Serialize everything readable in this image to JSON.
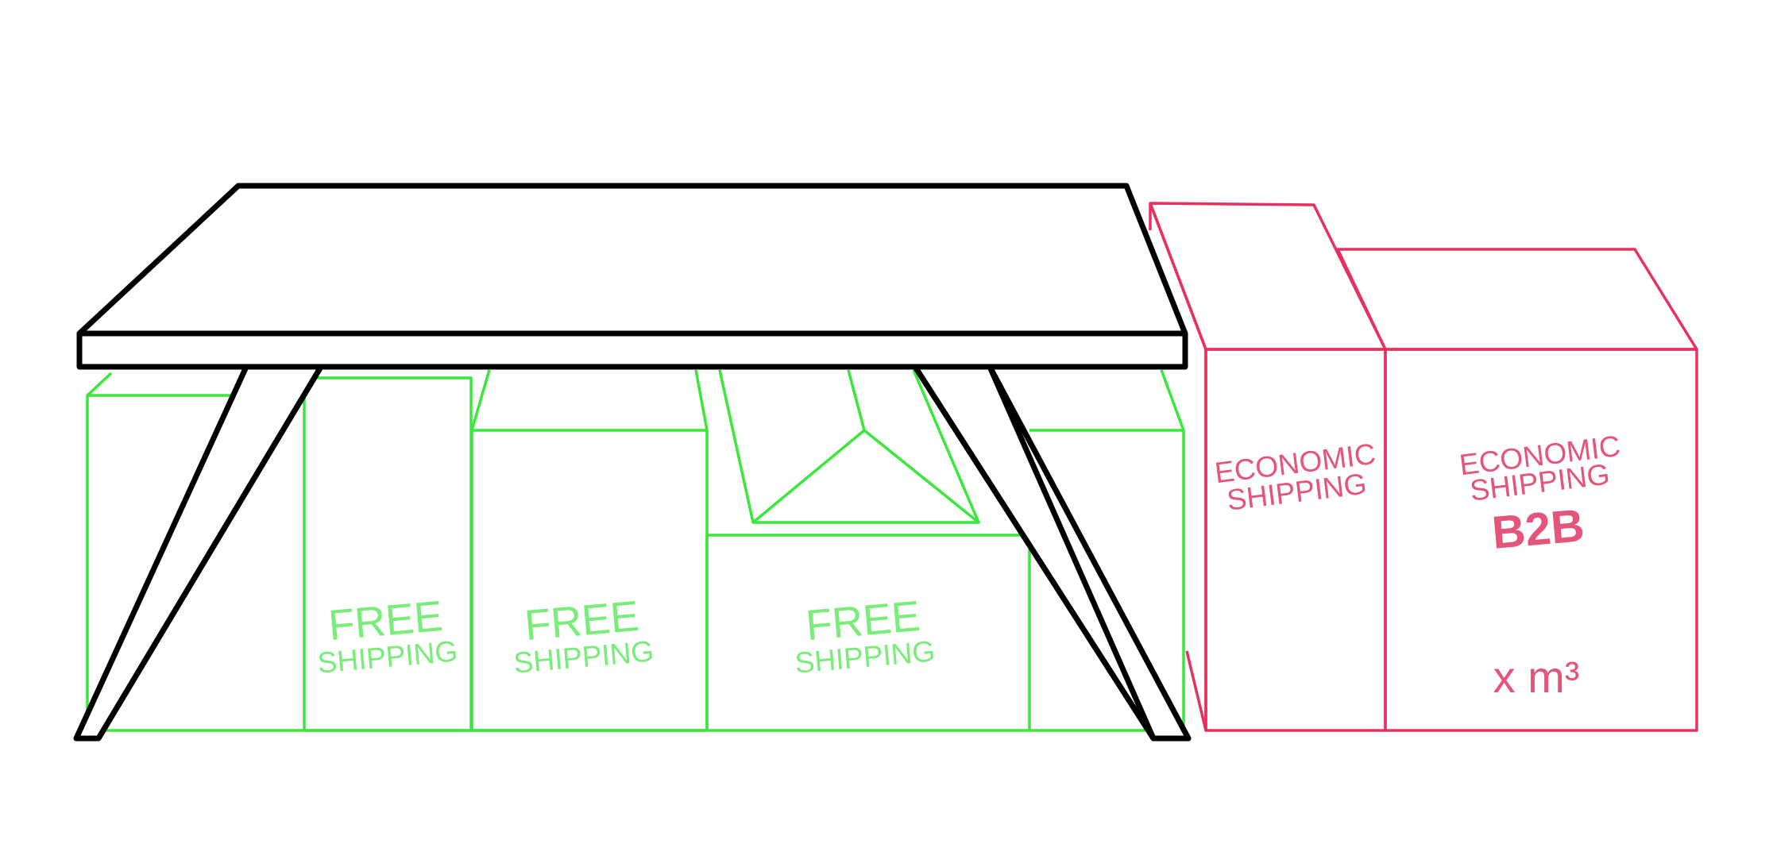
{
  "colors": {
    "free_boxes": "#39e83a",
    "free_text": "#7aec7a",
    "economic_boxes": "#e8305f",
    "economic_text": "#e5547a",
    "table": "#000000",
    "background": "#ffffff"
  },
  "free_boxes": {
    "labels": [
      {
        "line1": "FREE",
        "line2": "SHIPPING"
      },
      {
        "line1": "FREE",
        "line2": "SHIPPING"
      },
      {
        "line1": "FREE",
        "line2": "SHIPPING"
      }
    ]
  },
  "economic_boxes": {
    "small": {
      "line1": "ECONOMIC",
      "line2": "SHIPPING"
    },
    "large": {
      "line1": "ECONOMIC",
      "line2": "SHIPPING",
      "tag": "B2B",
      "volume": "x m³"
    }
  }
}
